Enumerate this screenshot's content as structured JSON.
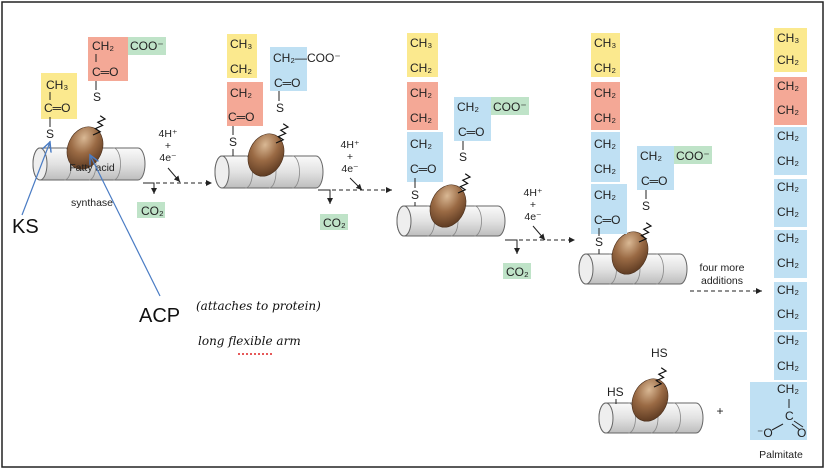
{
  "colors": {
    "yellow": "#fbe98e",
    "salmon": "#f4a896",
    "blue": "#bfe0f3",
    "green": "#bfe3c8",
    "protein": "#a87a55",
    "annotation": "#4a7cc4"
  },
  "labels": {
    "ch3": "CH₃",
    "ch2": "CH₂",
    "c_eq_o": "C═O",
    "coo": "COO⁻",
    "ch2_coo": "CH₂—COO⁻",
    "s": "S",
    "hs": "HS",
    "co2": "CO₂",
    "four_h": "4H⁺",
    "plus": "+",
    "four_e": "4e⁻",
    "enzyme_line1": "Fatty acid",
    "enzyme_line2": "synthase",
    "four_more_line1": "four more",
    "four_more_line2": "additions",
    "palmitate": "Palmitate",
    "carboxyl_o_minus": "⁻O",
    "carboxyl_o": "O",
    "c": "C",
    "plus_sign": "+"
  },
  "annotations": {
    "ks": "KS",
    "acp": "ACP",
    "acp_note": "(attaches to protein)",
    "acp_note2": "long flexible arm"
  }
}
